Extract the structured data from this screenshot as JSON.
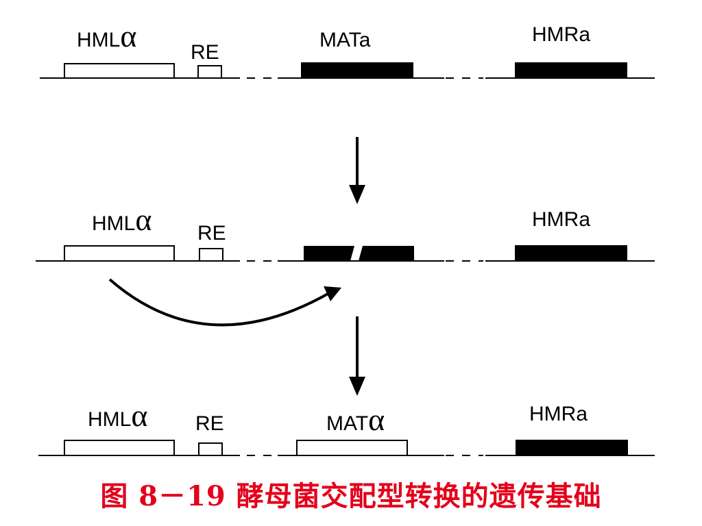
{
  "row1": {
    "hml_label": "HML",
    "hml_allele": "α",
    "re_label": "RE",
    "mat_label": "MATa",
    "hmr_label": "HMRa"
  },
  "row2": {
    "hml_label": "HML",
    "hml_allele": "α",
    "re_label": "RE",
    "hmr_label": "HMRa"
  },
  "row3": {
    "hml_label": "HML",
    "hml_allele": "α",
    "re_label": "RE",
    "mat_label": "MAT",
    "mat_allele": "α",
    "hmr_label": "HMRa"
  },
  "caption": "图 8－19 酵母菌交配型转换的遗传基础",
  "colors": {
    "caption": "#e3001b",
    "ink": "#000000",
    "box_fill_open": "#ffffff",
    "box_fill_solid": "#000000"
  }
}
